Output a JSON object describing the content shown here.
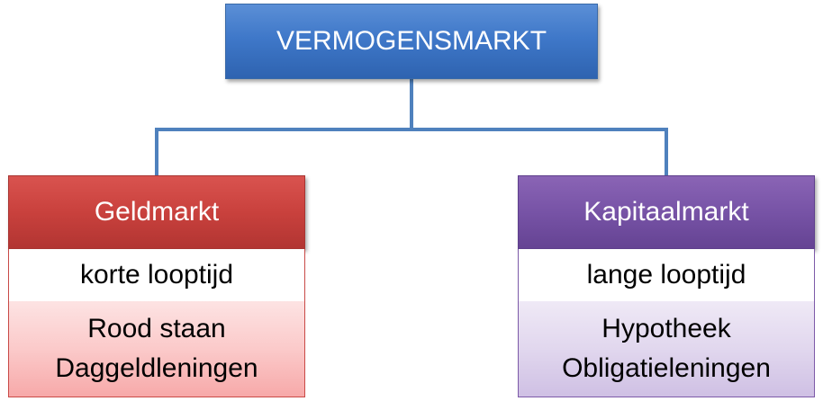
{
  "diagram": {
    "root": {
      "label": "VERMOGENSMARKT",
      "color": "#3f78c9"
    },
    "branches": [
      {
        "title": "Geldmarkt",
        "color": "#c9413d",
        "term": "korte looptijd",
        "examples": [
          "Rood staan",
          "Daggeldleningen"
        ]
      },
      {
        "title": "Kapitaalmarkt",
        "color": "#7753a6",
        "term": "lange looptijd",
        "examples": [
          "Hypotheek",
          "Obligatieleningen"
        ]
      }
    ],
    "connector_color": "#4f81bd"
  }
}
